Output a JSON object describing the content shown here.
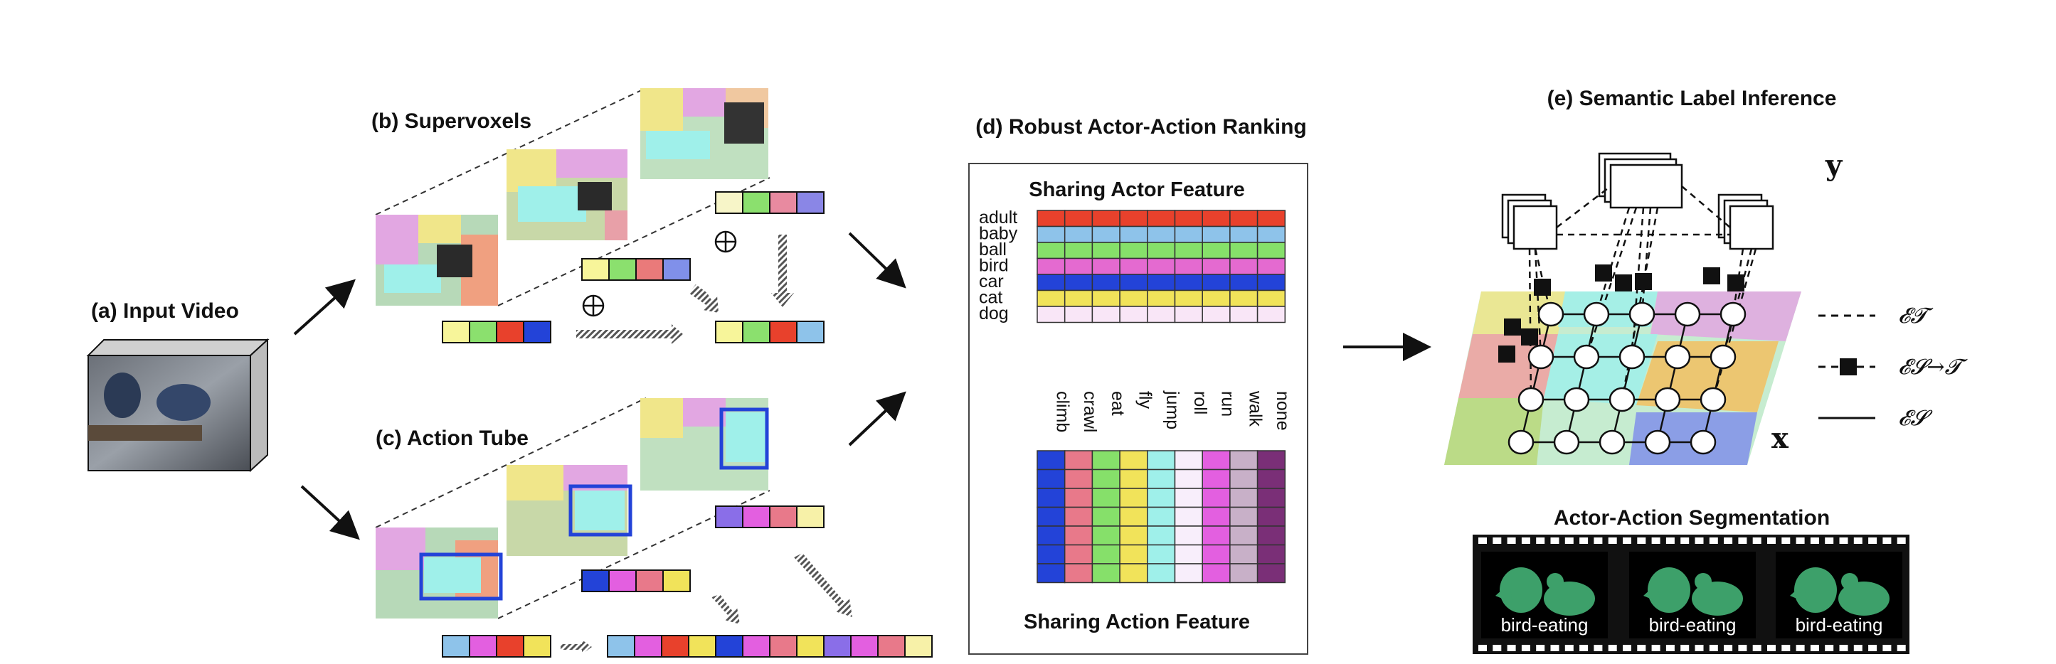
{
  "titles": {
    "input_video": "(a) Input Video",
    "supervoxels": "(b) Supervoxels",
    "action_tube": "(c) Action Tube",
    "ranking": "(d) Robust Actor-Action Ranking",
    "inference": "(e) Semantic Label Inference",
    "segmentation": "Actor-Action Segmentation"
  },
  "ranking": {
    "actor_header": "Sharing Actor Feature",
    "action_footer": "Sharing Action Feature",
    "actors": [
      "adult",
      "baby",
      "ball",
      "bird",
      "car",
      "cat",
      "dog"
    ],
    "actions": [
      "climb",
      "crawl",
      "eat",
      "fly",
      "jump",
      "roll",
      "run",
      "walk",
      "none"
    ],
    "actor_colors": [
      "#e8412c",
      "#8ec3ea",
      "#86e06a",
      "#e46ad0",
      "#2343d8",
      "#f1e35a",
      "#f9e6f7"
    ],
    "action_colors": [
      "#2343d8",
      "#e8798a",
      "#86e06a",
      "#f1e35a",
      "#9ff0ea",
      "#f8eefb",
      "#e35fe0",
      "#c8b0c8",
      "#7a2f77"
    ]
  },
  "features": {
    "supervoxel_frame1": [
      "#f7f59a",
      "#8be06e",
      "#e8412c",
      "#2343d8"
    ],
    "supervoxel_frame2": [
      "#f7f59a",
      "#8be06e",
      "#ea7a7a",
      "#8090ea"
    ],
    "supervoxel_frame3": [
      "#f7f5c8",
      "#8be06e",
      "#e88aa0",
      "#8a86e6"
    ],
    "supervoxel_out": [
      "#f7f59a",
      "#8be06e",
      "#e8412c",
      "#8ec3ea"
    ],
    "tube_frame1": [
      "#8ec3ea",
      "#e35fe0",
      "#e8412c",
      "#f1e35a"
    ],
    "tube_frame2": [
      "#2343d8",
      "#e35fe0",
      "#e8798a",
      "#f1e35a"
    ],
    "tube_frame3": [
      "#8a6ee8",
      "#e35fe0",
      "#e8798a",
      "#f7f1a8"
    ],
    "tube_out": [
      "#8ec3ea",
      "#e35fe0",
      "#e8412c",
      "#f1e35a",
      "#2343d8",
      "#e35fe0",
      "#e8798a",
      "#f1e35a",
      "#8a6ee8",
      "#e35fe0",
      "#e8798a",
      "#f7f1a8"
    ]
  },
  "graph": {
    "y_label": "y",
    "x_label": "x",
    "legend": [
      {
        "style": "dashed",
        "label": "𝓔𝓣"
      },
      {
        "style": "dashed-square",
        "label": "𝓔𝓢→𝓣"
      },
      {
        "style": "solid",
        "label": "𝓔𝓢"
      }
    ]
  },
  "film": {
    "labels": [
      "bird-eating",
      "bird-eating",
      "bird-eating"
    ],
    "silhouette_color": "#3da06a"
  }
}
